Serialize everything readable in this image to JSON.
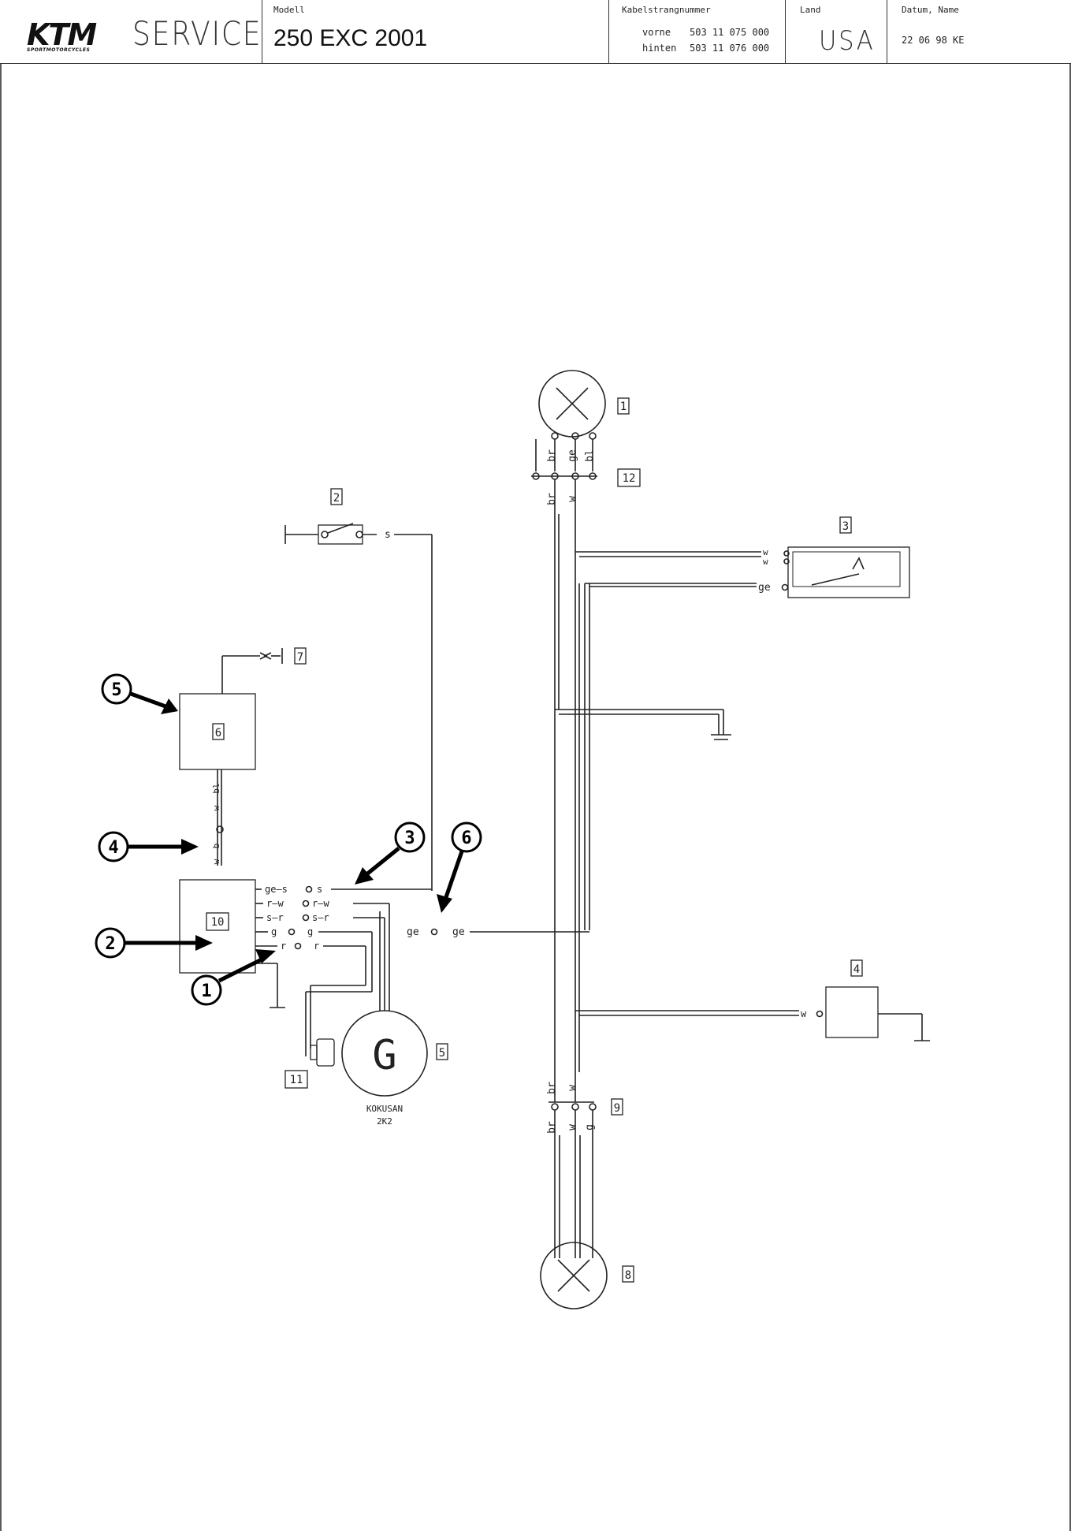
{
  "header": {
    "brand": "KTM",
    "brand_sub": "SPORTMOTORCYCLES",
    "service": "SERVICE",
    "model_label": "Modell",
    "model": "250 EXC 2001",
    "harness_label": "Kabelstrangnummer",
    "front_label": "vorne",
    "front_number": "503 11 075 000",
    "rear_label": "hinten",
    "rear_number": "503 11 076 000",
    "country_label": "Land",
    "country": "USA",
    "date_label": "Datum, Name",
    "date": "22 06 98 KE"
  },
  "components": {
    "c1": "1",
    "c2": "2",
    "c3": "3",
    "c4": "4",
    "c5": "5",
    "c6": "6",
    "c7": "7",
    "c8": "8",
    "c9": "9",
    "c10": "10",
    "c11": "11",
    "c12": "12",
    "generator_symbol": "G",
    "generator_maker": "KOKUSAN",
    "generator_model": "2K2"
  },
  "callouts": [
    "1",
    "2",
    "3",
    "4",
    "5",
    "6"
  ],
  "wires": {
    "br": "br",
    "ge": "ge",
    "bl": "bl",
    "w": "w",
    "s": "s",
    "g": "g",
    "b": "b",
    "r": "r",
    "rw": "r–w",
    "sr": "s–r",
    "ges": "ge–s"
  }
}
